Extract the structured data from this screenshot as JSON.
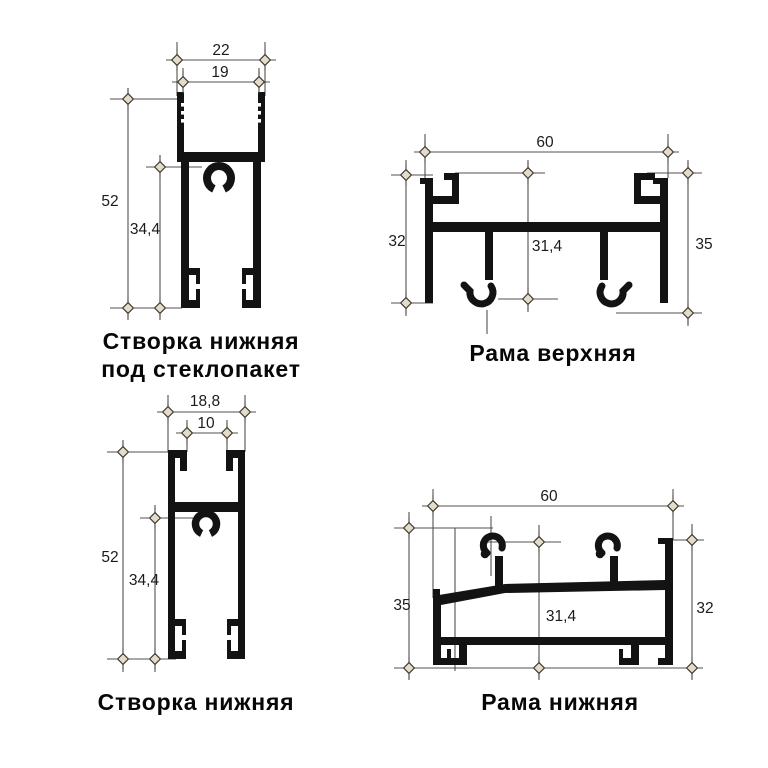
{
  "sheet": {
    "type": "technical-profile-drawing",
    "units": "mm",
    "colors": {
      "profile_fill": "#131313",
      "dimension_line": "#55504a",
      "marker_fill": "#e4dcc8",
      "background": "#ffffff",
      "text": "#1b1b1b"
    }
  },
  "drawings": [
    {
      "id": "sash-lower-glazing",
      "caption_line1": "Створка нижняя",
      "caption_line2": "под стеклопакет",
      "dims": {
        "width_outer": "22",
        "width_inner": "19",
        "height_total": "52",
        "height_lower": "34,4"
      }
    },
    {
      "id": "frame-upper",
      "caption": "Рама верхняя",
      "dims": {
        "width": "60",
        "height_left": "32",
        "height_mid": "31,4",
        "height_right": "35"
      }
    },
    {
      "id": "sash-lower",
      "caption": "Створка нижняя",
      "dims": {
        "width_outer": "18,8",
        "width_inner": "10",
        "height_total": "52",
        "height_lower": "34,4"
      }
    },
    {
      "id": "frame-lower",
      "caption": "Рама нижняя",
      "dims": {
        "width": "60",
        "height_left": "35",
        "height_mid": "31,4",
        "height_right": "32"
      }
    }
  ]
}
